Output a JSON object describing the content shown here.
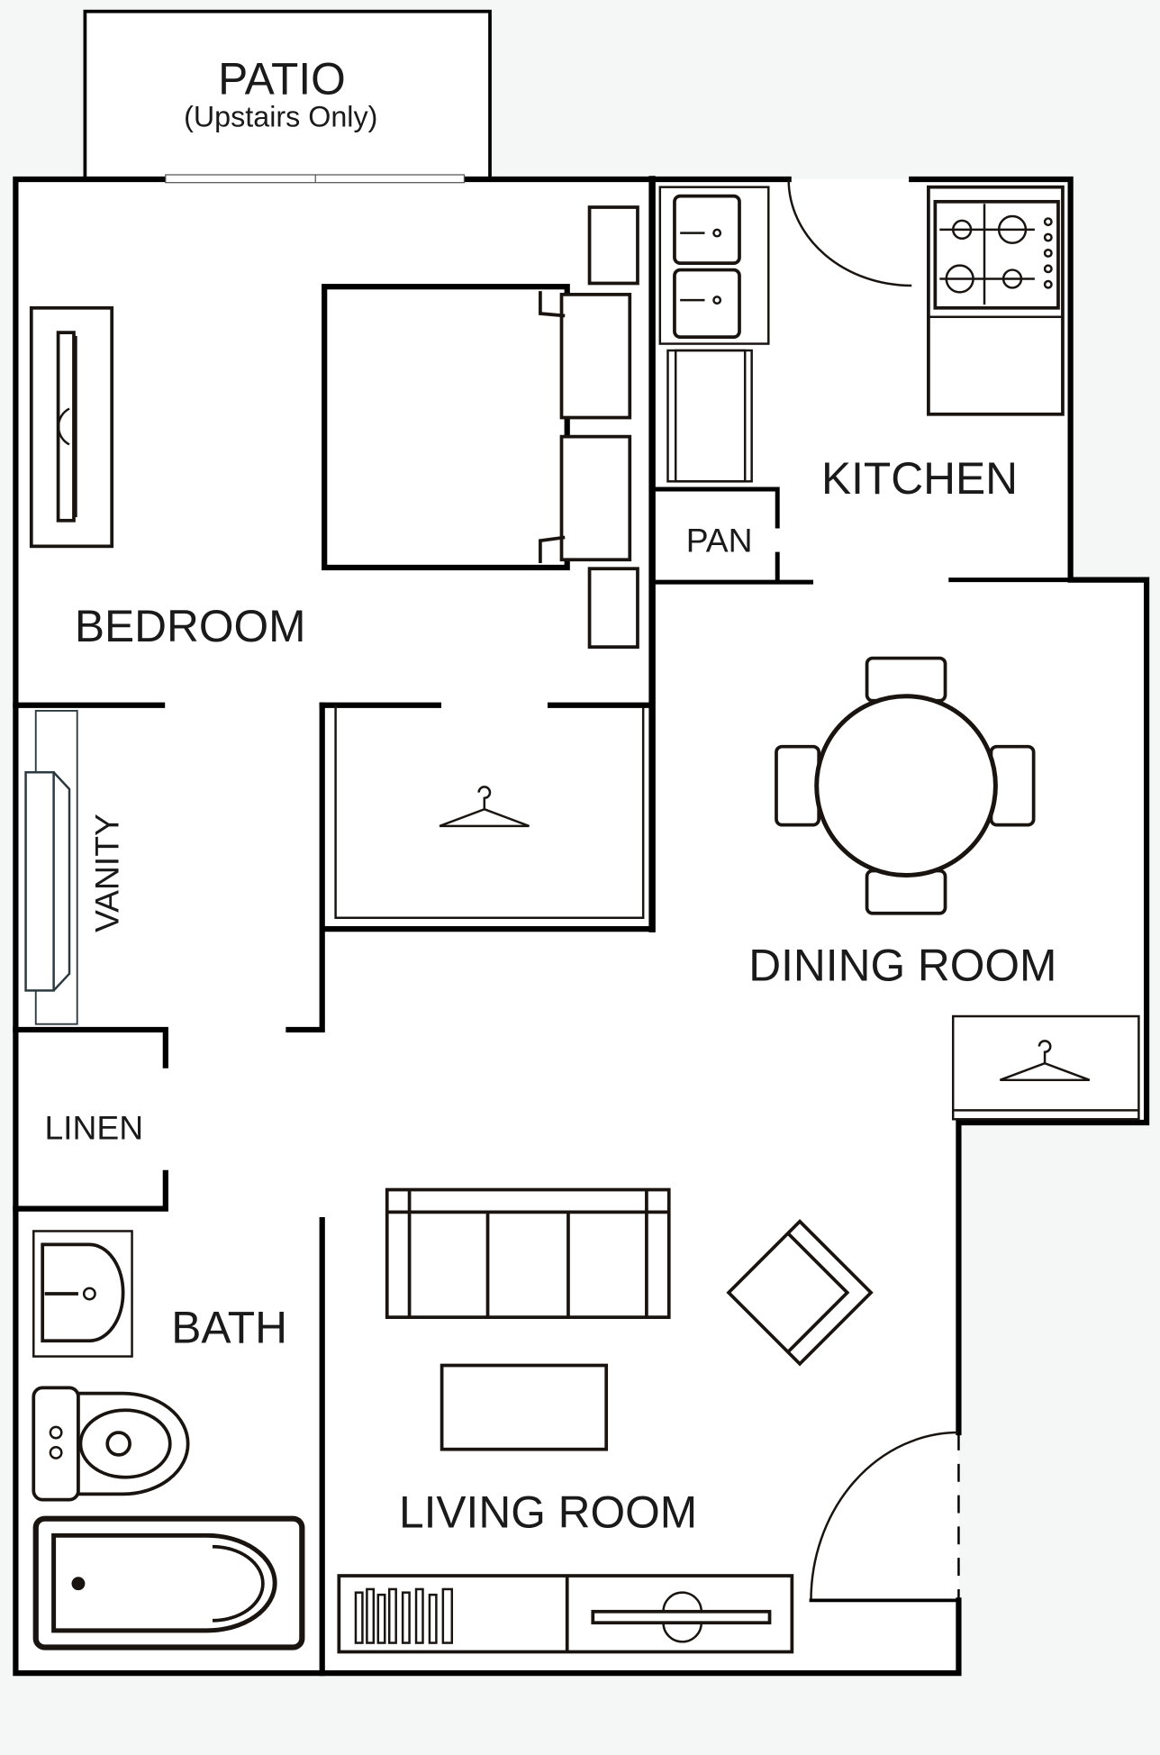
{
  "title": "Floor Plan",
  "rooms": {
    "patio": "PATIO",
    "patio_note": "(Upstairs Only)",
    "kitchen": "KITCHEN",
    "pantry": "PAN",
    "bedroom": "BEDROOM",
    "vanity": "VANITY",
    "dining_room": "DINING ROOM",
    "linen": "LINEN",
    "bath": "BATH",
    "living_room": "LIVING ROOM"
  },
  "colors": {
    "background": "#f5f7f6",
    "floor": "#ffffff",
    "wall": "#000000"
  }
}
